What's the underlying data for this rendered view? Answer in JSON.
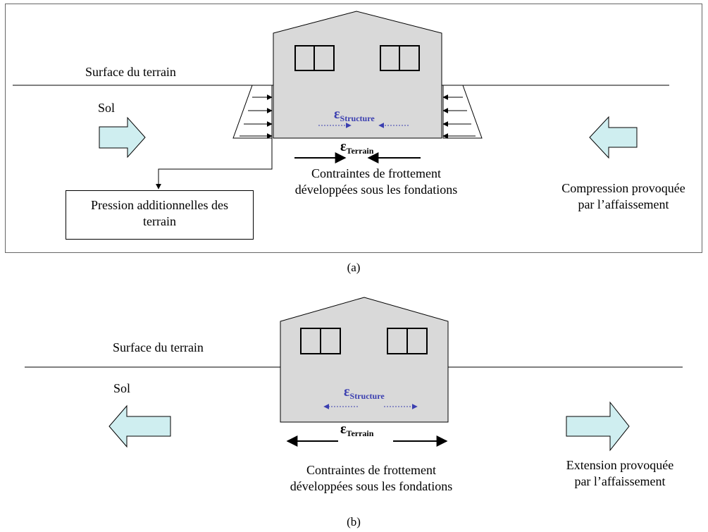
{
  "panel_a": {
    "caption": "(a)",
    "ground_surface_label": "Surface du terrain",
    "soil_label": "Sol",
    "epsilon_symbol": "ε",
    "epsilon_structure_sub": "Structure",
    "epsilon_terrain_sub": "Terrain",
    "friction_label_line1": "Contraintes de frottement",
    "friction_label_line2": "développées sous les fondations",
    "side_label_line1": "Compression provoquée",
    "side_label_line2": "par l’affaissement",
    "pressure_box_line1": "Pression additionnelles des",
    "pressure_box_line2": "terrain"
  },
  "panel_b": {
    "caption": "(b)",
    "ground_surface_label": "Surface du terrain",
    "soil_label": "Sol",
    "epsilon_symbol": "ε",
    "epsilon_structure_sub": "Structure",
    "epsilon_terrain_sub": "Terrain",
    "friction_label_line1": "Contraintes de frottement",
    "friction_label_line2": "développées sous les fondations",
    "side_label_line1": "Extension provoquée",
    "side_label_line2": "par l’affaissement"
  },
  "colors": {
    "building_fill": "#d9d9d9",
    "soil_arrow_fill": "#cfeef0",
    "strain_structure": "#3b3fb0",
    "outline": "#000000"
  }
}
